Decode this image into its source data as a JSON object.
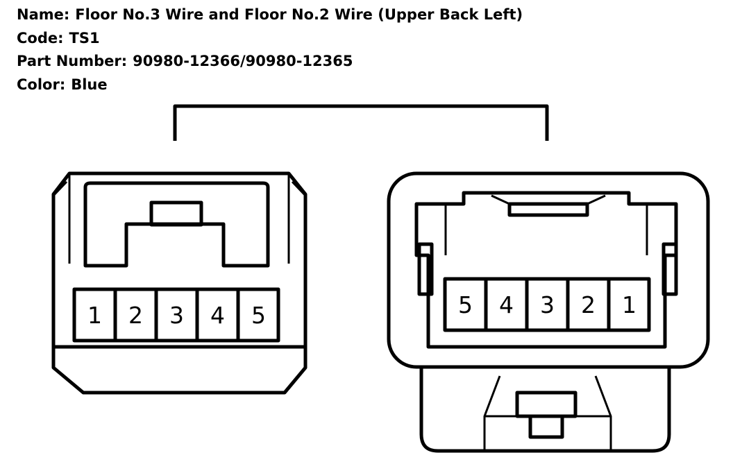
{
  "header": {
    "name_label": "Name:",
    "name_value": "Floor No.3 Wire and Floor No.2 Wire (Upper Back Left)",
    "code_label": "Code:",
    "code_value": "TS1",
    "part_label": "Part Number:",
    "part_value": "90980-12366/90980-12365",
    "color_label": "Color:",
    "color_value": "Blue"
  },
  "connectors": {
    "left": {
      "pins": [
        "1",
        "2",
        "3",
        "4",
        "5"
      ]
    },
    "right": {
      "pins": [
        "5",
        "4",
        "3",
        "2",
        "1"
      ]
    }
  }
}
